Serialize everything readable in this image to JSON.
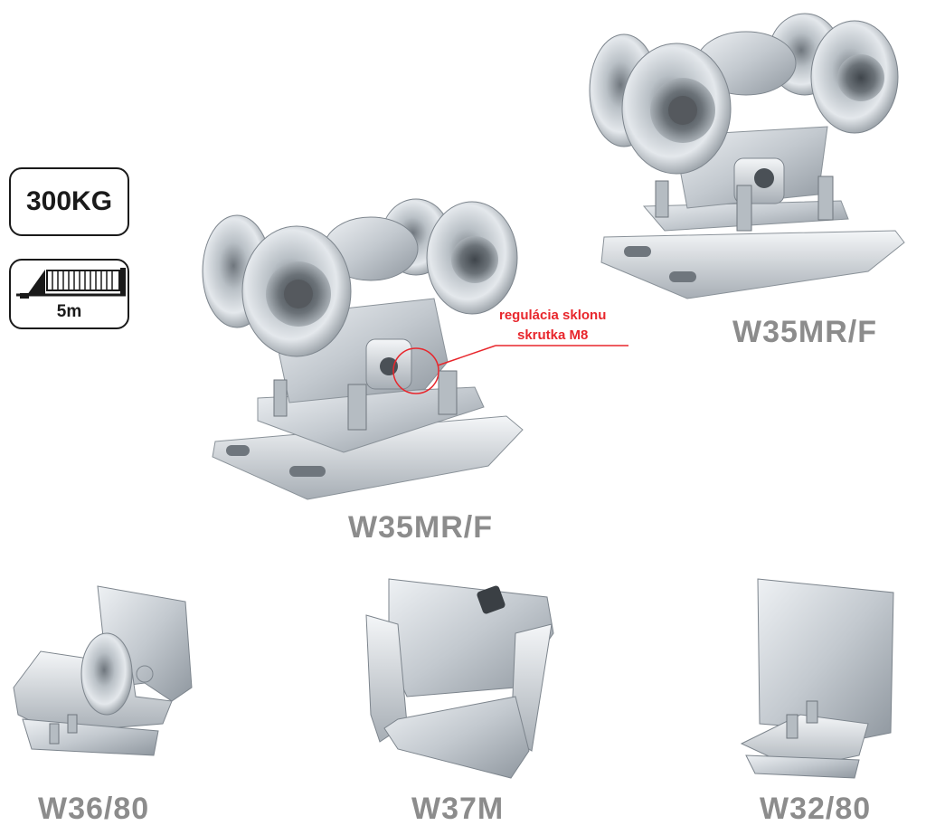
{
  "badges": {
    "weight": "300KG",
    "length": "5m"
  },
  "annotation": {
    "line1": "regulácia sklonu",
    "line2": "skrutka M8",
    "color": "#e8262c"
  },
  "products": {
    "top_right_label": "W35MR/F",
    "center_label": "W35MR/F",
    "bottom_left_label": "W36/80",
    "bottom_center_label": "W37M",
    "bottom_right_label": "W32/80"
  },
  "colors": {
    "label_gray": "#8c8c8c",
    "metal_light": "#d9dde1",
    "metal_dark": "#7d858d"
  }
}
